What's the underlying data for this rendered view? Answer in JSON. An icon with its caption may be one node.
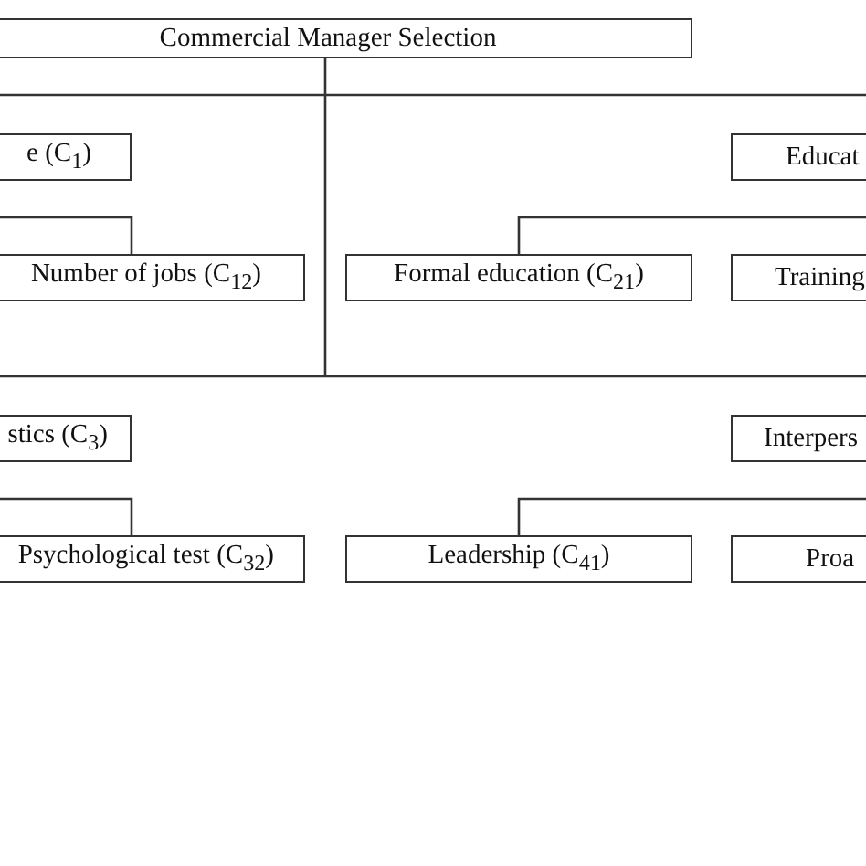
{
  "diagram": {
    "nodes": [
      {
        "text": [
          "Commercial Manager Selection"
        ]
      },
      {
        "text": [
          "e (C$_{1}$)"
        ]
      },
      {
        "text": [
          "Educat"
        ]
      },
      {
        "text": [
          "Number of jobs (C$_{12}$)"
        ]
      },
      {
        "text": [
          "Formal education (C$_{21}$)"
        ]
      },
      {
        "text": [
          "Training"
        ]
      },
      {
        "text": [
          "stics (C$_{3}$)"
        ]
      },
      {
        "text": [
          "Interpers"
        ]
      },
      {
        "text": [
          "Psychological test (C$_{32}$)"
        ]
      },
      {
        "text": [
          "Leadership (C$_{41}$)"
        ]
      },
      {
        "text": [
          "Proa"
        ]
      }
    ],
    "edges": [
      {
        "from": 0,
        "to": null,
        "arrow": "none"
      },
      {
        "from": null,
        "to": 3,
        "arrow": "none"
      },
      {
        "from": null,
        "to": 4,
        "arrow": "none"
      },
      {
        "from": null,
        "to": 8,
        "arrow": "none"
      },
      {
        "from": null,
        "to": 9,
        "arrow": "none"
      }
    ]
  }
}
